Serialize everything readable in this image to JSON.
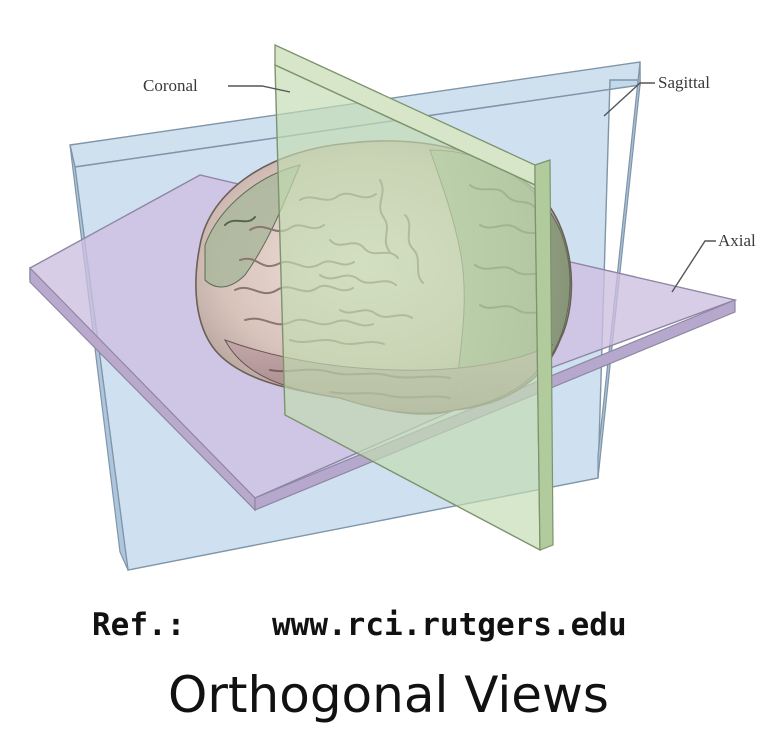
{
  "figure": {
    "labels": {
      "coronal": "Coronal",
      "sagittal": "Sagittal",
      "axial": "Axial"
    },
    "colors": {
      "sagittal_plane": "#bcd4ea",
      "coronal_plane": "#c3dbb2",
      "axial_plane": "#cdbfe0",
      "brain_front": "#ead9d0",
      "brain_back": "#8fa184",
      "brain_lower": "#b79ca0"
    }
  },
  "reference": {
    "prefix": "Ref.:",
    "url": "www.rci.rutgers.edu"
  },
  "caption": "Orthogonal Views"
}
